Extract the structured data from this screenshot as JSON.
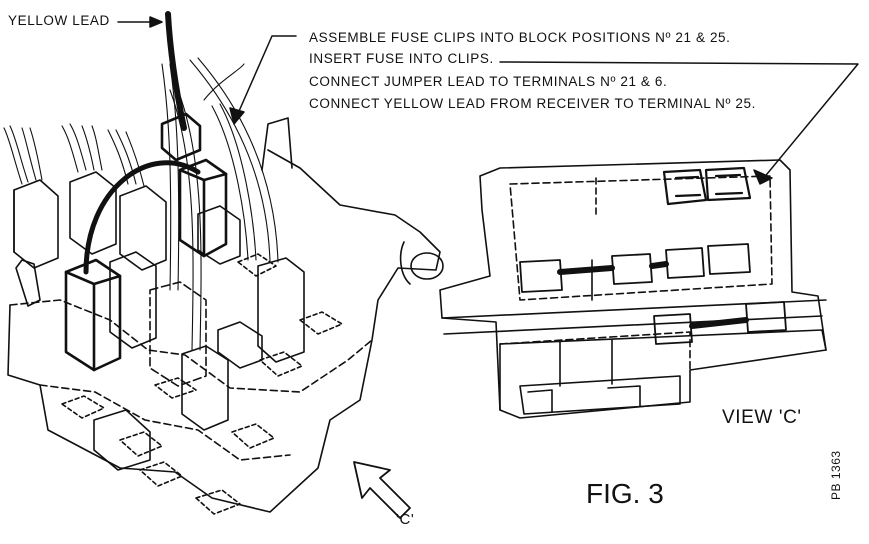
{
  "labels": {
    "yellow_lead": "YELLOW LEAD",
    "instructions": [
      "ASSEMBLE FUSE CLIPS INTO BLOCK POSITIONS Nº 21 & 25.",
      "INSERT FUSE INTO CLIPS.",
      "CONNECT JUMPER LEAD TO TERMINALS Nº 21 & 6.",
      "CONNECT YELLOW LEAD FROM RECEIVER TO TERMINAL Nº 25."
    ],
    "view": "VIEW 'C'",
    "arrow_label": "'C'",
    "figure": "FIG. 3",
    "ref_code": "PB 1363"
  },
  "colors": {
    "ink": "#111111",
    "paper": "#ffffff"
  }
}
